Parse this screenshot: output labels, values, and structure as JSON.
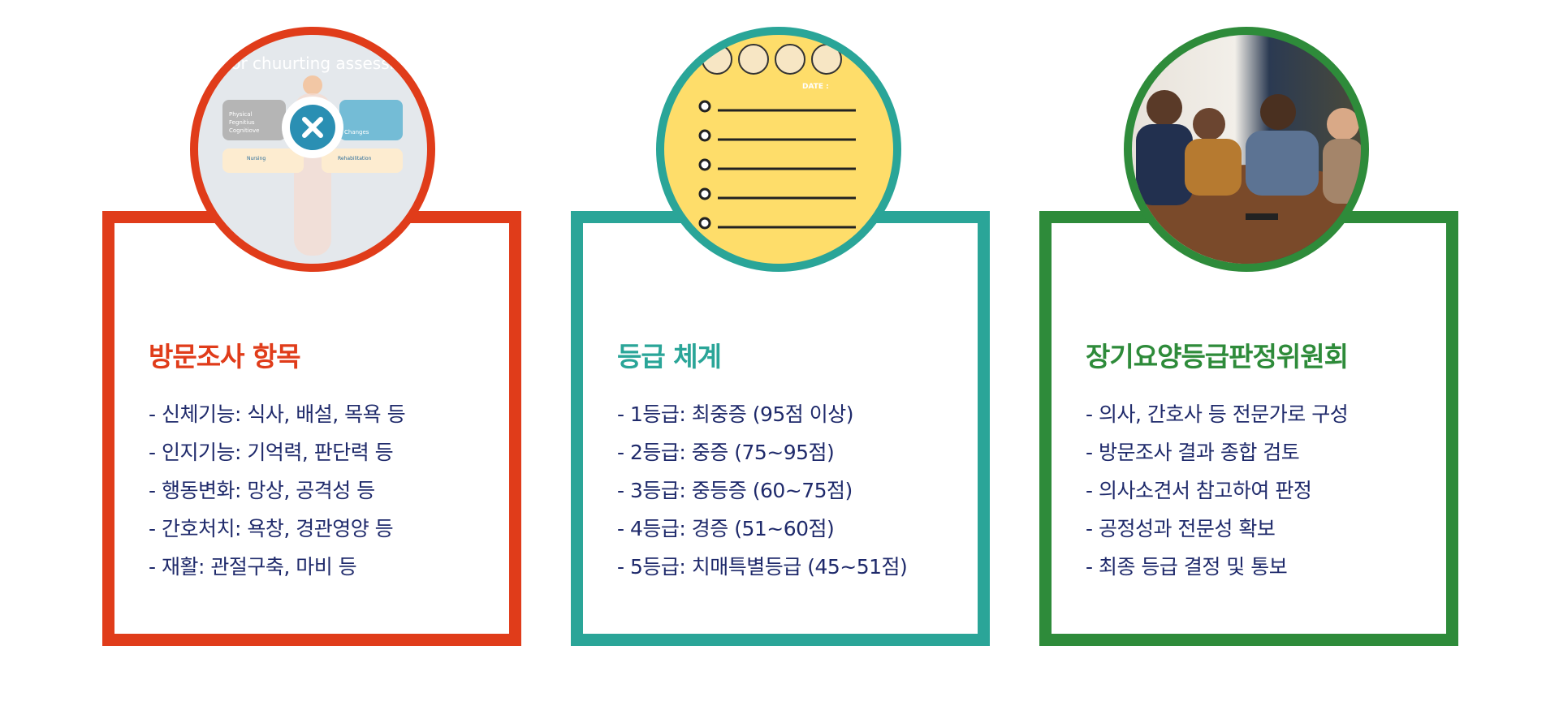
{
  "colors": {
    "card1": "#e03c1a",
    "card2": "#2aa598",
    "card3": "#2e8b3a",
    "text": "#1f2a6b"
  },
  "cards": [
    {
      "title": "방문조사 항목",
      "image": "assessment-infographic",
      "image_text": {
        "heading": "a for chuurting assessme",
        "left_items": [
          "Physical",
          "Fegnitius",
          "Cognitiove"
        ],
        "right_item": "Changes",
        "bottom_left": "Nursing",
        "bottom_right": "Rehabilitation"
      },
      "items": [
        "- 신체기능: 식사, 배설, 목욕 등",
        "- 인지기능: 기억력, 판단력 등",
        "- 행동변화: 망상, 공격성 등",
        "- 간호처치: 욕창, 경관영양 등",
        "- 재활: 관절구축, 마비 등"
      ]
    },
    {
      "title": "등급 체계",
      "image": "checklist-illustration",
      "image_text": {
        "date": "DATE :"
      },
      "items": [
        "- 1등급: 최중증 (95점 이상)",
        "- 2등급: 중증 (75~95점)",
        "- 3등급: 중등증 (60~75점)",
        "- 4등급: 경증 (51~60점)",
        "- 5등급: 치매특별등급 (45~51점)"
      ]
    },
    {
      "title": "장기요양등급판정위원회",
      "image": "committee-meeting-photo",
      "items": [
        "- 의사, 간호사 등 전문가로 구성",
        "- 방문조사 결과 종합 검토",
        "- 의사소견서 참고하여 판정",
        "- 공정성과 전문성 확보",
        "- 최종 등급 결정 및 통보"
      ]
    }
  ]
}
